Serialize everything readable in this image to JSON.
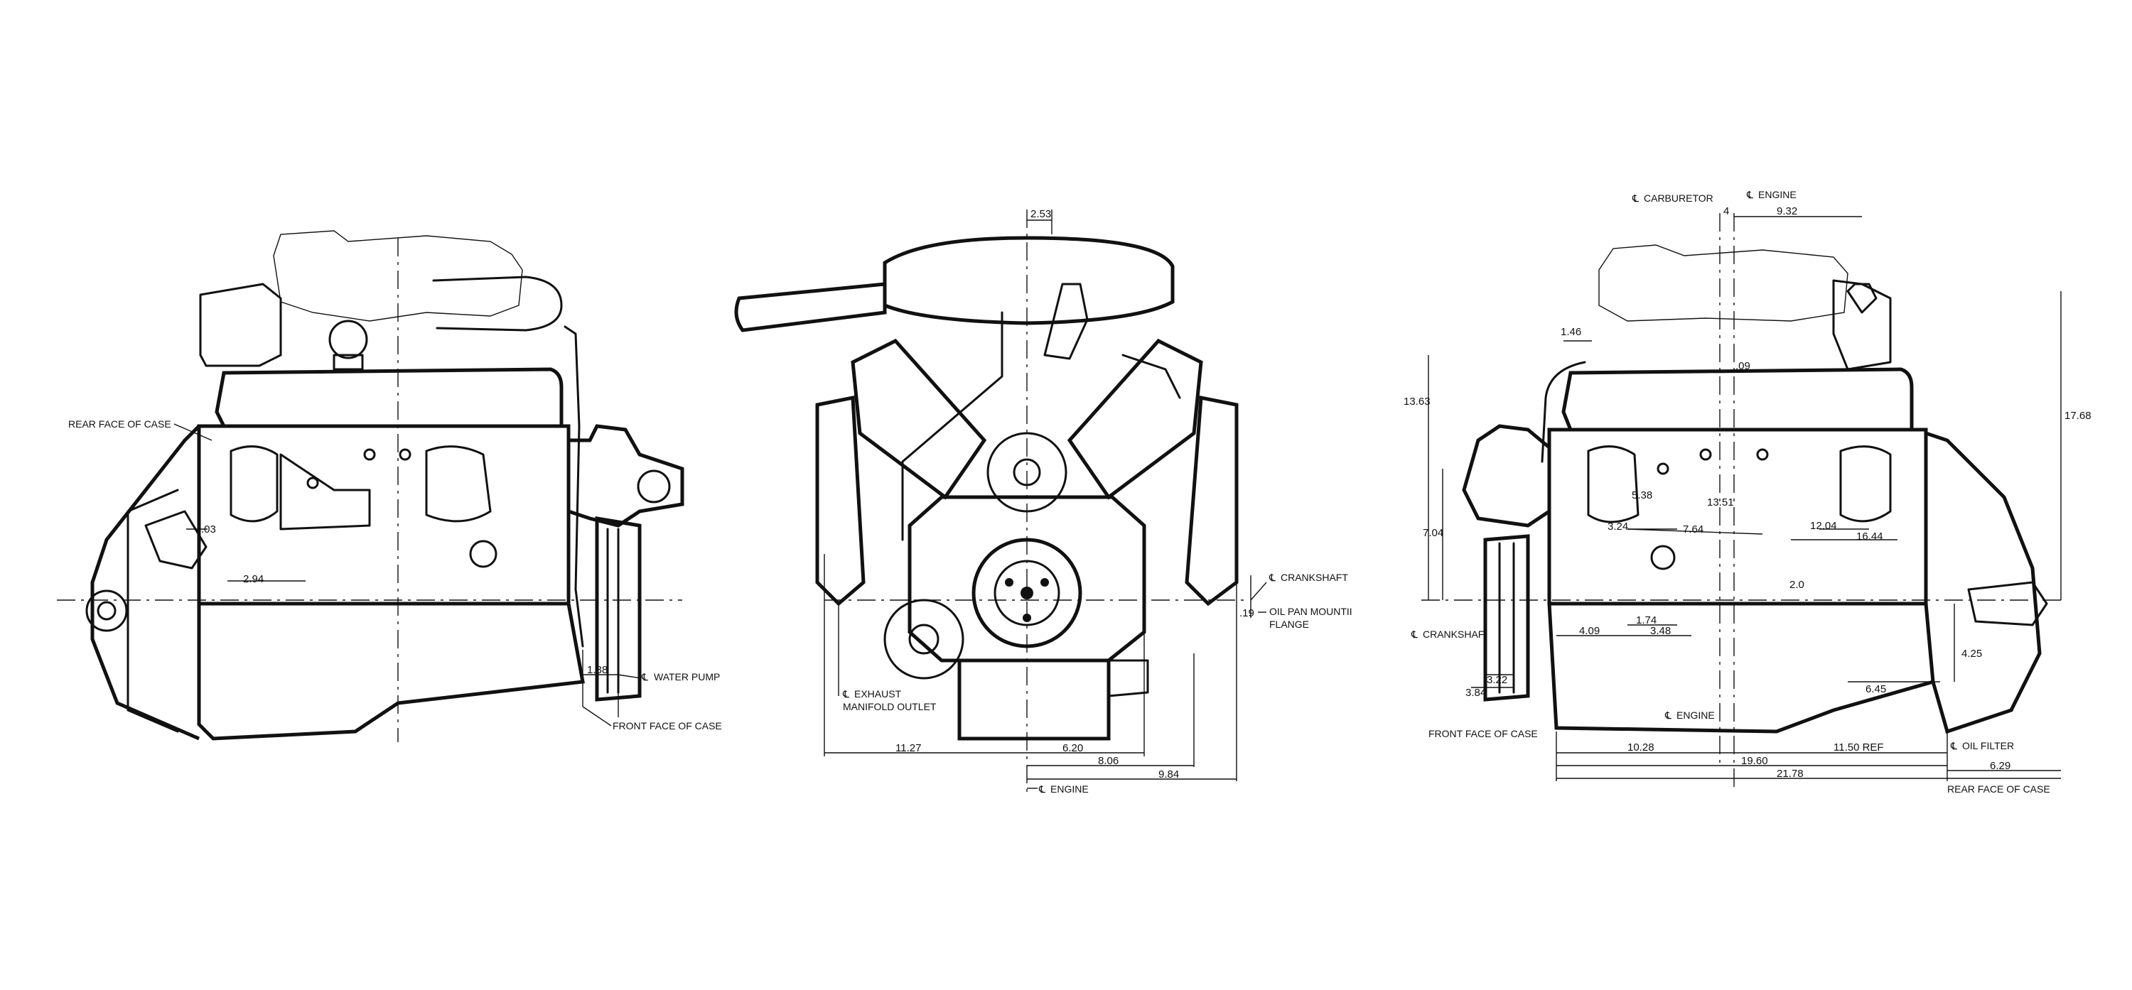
{
  "views": {
    "rear": {
      "labels": {
        "rear_face_of_case": "REAR FACE OF CASE",
        "water_pump": "WATER PUMP",
        "front_face_of_case": "FRONT FACE OF CASE"
      },
      "dimensions": {
        "d03": ".03",
        "d294": "2.94",
        "d188": "1.88"
      }
    },
    "front": {
      "labels": {
        "crankshaft": "CRANKSHAFT",
        "oil_pan_line1": "OIL PAN MOUNTII",
        "oil_pan_line2": "FLANGE",
        "exhaust_line1": "EXHAUST",
        "exhaust_line2": "MANIFOLD OUTLET",
        "engine": "ENGINE"
      },
      "dimensions": {
        "d253": "2.53",
        "d19": ".19",
        "d1127": "11.27",
        "d620": "6.20",
        "d806": "8.06",
        "d984": "9.84"
      }
    },
    "side": {
      "labels": {
        "carburetor": "CARBURETOR",
        "engine_top": "ENGINE",
        "crankshaft": "CRANKSHAFı",
        "engine_bottom": "ENGINE",
        "front_face_of_case": "FRONT FACE OF CASE",
        "oil_filter": "OIL FILTER",
        "rear_face_of_case": "REAR FACE OF CASE"
      },
      "dimensions": {
        "d4": "4",
        "d932": "9.32",
        "d146": "1.46",
        "d09": ".09",
        "d1363": "13.63",
        "d1768": "17.68",
        "d538": "5.38",
        "d1351": "13.51",
        "d324": "3.24",
        "d764": "7.64",
        "d1204": "12.04",
        "d1644": "16.44",
        "d704": "7.04",
        "d174": "1.74",
        "d409": "4.09",
        "d348": "3.48",
        "d20": "2.0",
        "d425": "4.25",
        "d322": "3.22",
        "d384": "3.84",
        "d645": "6.45",
        "d1028": "10.28",
        "d1150": "11.50 REF",
        "d1960": "19.60",
        "d2178": "21.78",
        "d629": "6.29"
      }
    }
  },
  "symbols": {
    "centerline": "℄"
  }
}
